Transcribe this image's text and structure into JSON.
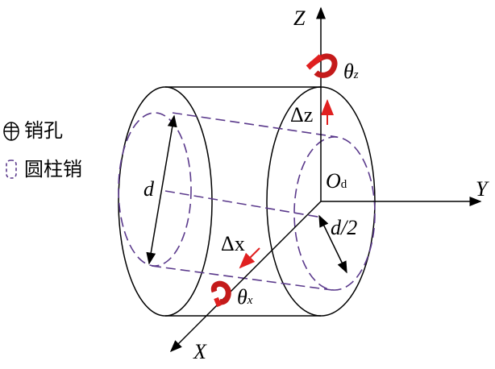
{
  "axes": {
    "z": "Z",
    "y": "Y",
    "x": "X"
  },
  "origin": {
    "symbol": "O",
    "subscript": "d"
  },
  "labels": {
    "theta_z": "θ",
    "theta_z_sub": "z",
    "theta_x": "θ",
    "theta_x_sub": "x",
    "delta_z": "Δz",
    "delta_x": "Δx",
    "diameter": "d",
    "half_diameter": "d/2"
  },
  "legend": [
    {
      "icon": "pin-hole-icon",
      "label": "销孔"
    },
    {
      "icon": "cylindrical-pin-icon",
      "label": "圆柱销"
    }
  ],
  "colors": {
    "line": "#000000",
    "dashed": "#5b3a8c",
    "arrow": "#e02020",
    "rotation": "#c41a1a"
  }
}
